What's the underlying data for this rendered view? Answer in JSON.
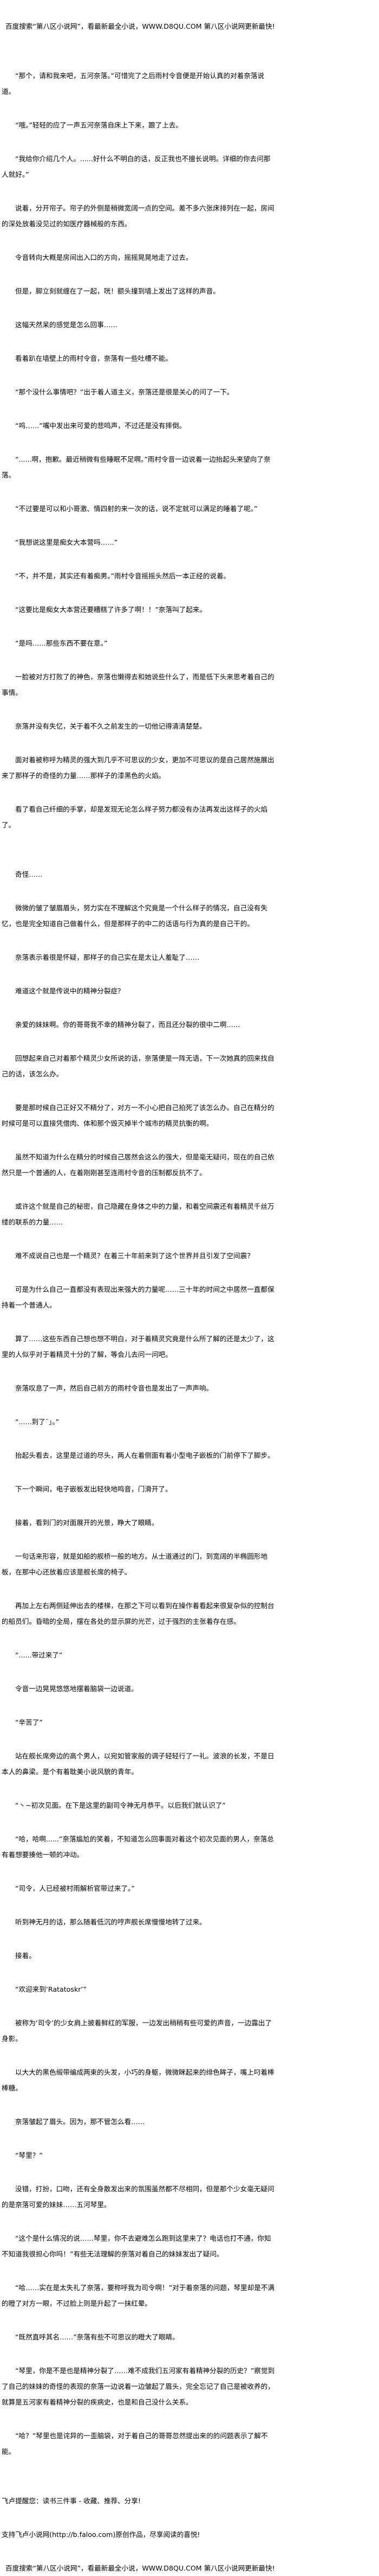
{
  "header": {
    "banner": "百度搜索“第八区小说网”，看最新最全小说，WWW.D8QU.COM  第八区小说网更新最快!"
  },
  "article": {
    "paragraphs": [
      "“那个，请和我来吧，五河奈落。”可惜完了之后雨村令音便是开始认真的对着奈落说道。",
      "“哦。”轻轻的应了一声五河奈落自床上下来，跟了上去。",
      "“我给你介绍几个人。......好什么不明白的话，反正我也不擅长说明。详细的你去问那人就好。”",
      "说着，分开帘子。帘子的外侧是稍微宽阔一点的空间。差不多六张床排列在一起，房间的深处放着没见过的如医疗器械般的东西。",
      "令音转向大概是房间出入口的方向，摇摇晃晃地走了过去。",
      "但是，脚立刻就缠在了一起，咣！额头撞到墙上发出了这样的声音。",
      "这幅天然呆的感觉是怎么回事……",
      "看着趴在墙壁上的雨村令音，奈落有一些吐槽不能。",
      "“那个没什么事情吧？”出于着人道主义，奈落还是很是关心的问了一下。",
      "“呜……”嘴中发出来可爱的悲鸣声，不过还是没有摔倒。",
      "“......啊，抱歉。最近稍微有些睡眠不足啊。”雨村令音一边说着一边抬起头来望向了奈落。",
      "“不过要是可以和小哥激、情四射的来一次的话，说不定就可以满足的睡着了呢。”",
      "“我想说这里是痴女大本营吗……”",
      "“不，并不是，其实还有着痴男。”雨村令音摇摇头然后一本正经的说着。",
      "“这要比是痴女大本营还要糟糕了许多了啊！！”奈落叫了起来。",
      "“是吗……那些东西不要在意。”",
      "一脸被对方打败了的神色，奈落也懒得去和她说些什么了，而是低下头来思考着自己的事情。",
      "奈落并没有失忆，关于着不久之前发生的一切他记得清清楚楚。",
      "面对着被称呼为精灵的强大到几乎不可思议的少女，更加不可思议的是自己居然施展出来了那样子的奇怪的力量……那样子的漆黑色的火焰。",
      "看了看自己纤细的手掌，却是发现无论怎么样子努力都没有办法再发出这样子的火焰了。",
      "奇怪……",
      "微微的皱了皱眉眉头，努力实在不理解这个究竟是一个什么样子的情况，自己没有失忆，也是完全知道自己做着什么，但是那样子的中二的话语与行为真的是自己干的。",
      "奈落表示着很是怀疑，那样子的自己实在是太让人羞耻了……",
      "难道这个就是传说中的精神分裂症？",
      "亲爱的妹妹啊。你的哥哥我不幸的精神分裂了，而且还分裂的很中二啊……",
      "回想起来自己对着那个精灵少女所说的话，奈落便是一阵无语，下一次她真的回来找自己的话，该怎么办。",
      "要是那时候自己正好又不精分了，对方一不小心把自己拍死了该怎么办。自己在精分的时候可是可以直接凭借肉、体和那个毁灭掉半个城市的精灵抗衡的啊。",
      "虽然不知道为什么在精分的时候自己居然会这么的强大，但是毫无疑问，现在的自己依然只是一个普通的人，在着刚刚甚至连雨村令音的压制都反抗不了。",
      "或许这个就是自己的秘密，自己隐藏在身体之中的力量，和着空间震还有着精灵千丝万缕的联系的力量……",
      "难不成说自己也是一个精灵？在着三十年前来到了这个世界并且引发了空间震？",
      "可是为什么自己一直都没有表现出来强大的力量呢……三十年的时间之中居然一直都保持着一个普通人。",
      "算了……这些东西自己想也想不明白，对于着精灵究竟是什么所了解的还是太少了，这里的人似乎对于着精灵十分的了解，等会儿去问一问吧。",
      "奈落叹息了一声，然后自己前方的雨村令音也是发出了一声声响。",
      "“......到了¨」。”",
      "抬起头看去，这里是过道的尽头，两人在着侧面有着小型电子嵌板的门前停下了脚步。",
      "下一个瞬间，电子嵌板发出轻快地鸣音，门滑开了。",
      "接着，看到门的对面展开的光景，睁大了眼睛。",
      "一句话来形容，就是如船的舰桥一般的地方。从士道通过的门，到宽阔的半椭圆形地板，在那中心还放着应该是舰长席的椅子。",
      "再加上左右两侧延伸出去的楼梯，在那之下可以看到在操作着看起来很复杂似的控制台的船员们。昏暗的全局，摆在各处的显示屏的光芒，过于强烈的主张着存在感。",
      "“......带过来了”",
      "令音一边晃晃悠悠地摆着脑袋一边说道。",
      "“辛苦了”",
      "站在舰长席旁边的高个男人，以宛如管家般的调子轻轻行了一礼。波浪的长发，不是日本人的鼻梁。是个有着耽美小说风貌的青年。",
      "“丶~初次见面。在下是这里的副司令神无月恭平。以后我们就认识了”",
      "“哈，哈啊......”奈落尴尬的笑着，不知道怎么回事面对着这个初次见面的男人，奈落总有着想要揍他一顿的冲动。",
      "“司令，人已经被村雨解析官带过来了。”",
      "听到神无月的话，那么随着低沉的哼声舰长席慢慢地转了过来。",
      "接着。",
      "“欢迎来到‘Ratatoskr’”",
      "被称为‘司令’的少女肩上披着鲜红的军服，一边发出稍稍有些可爱的声音，一边露出了身影。",
      "以大大的黑色缎带编成两束的头发，小巧的身躯，微微眯起来的绯色眸子，嘴上叼着棒棒糖。",
      "奈落皱起了眉头。因为，那不管怎么看……",
      "“琴里？”",
      "没错，打扮，口吻，还有全身散发出来的氛围虽然都不尽相同，但是那个少女毫无疑问的是奈落可爱的妹妹……五河琴里。",
      "“这个是什么情况的说……琴里，你不去避难怎么跑到这里来了？电话也打不通，你知不知道我很担心你吗！”有些无法理解的奈落对着自己的妹妹发出了疑问。",
      "“哈……实在是太失礼了奈落，要称呼我为司令啊！”对于着奈落的问题，琴里却是不满的瞪了对方一眼，不过脸上则是升起了一抹红晕。",
      "“既然直呼其名……”奈落有些不可思议的瞪大了眼睛。",
      "“琴里，你是不是也是精神分裂了……难不成我们五河家有着精神分裂的历史？”察觉到了自己的妹妹的奇怪的表现的奈落一边说着一边皱起了眉头，完全忘记了自己是被收养的，就算是五河家有着精神分裂的疾病史，也是和自己没什么关系。",
      "“哈？”琴里也是诧异的一歪脑袋，对于着自己的哥哥忽然提出来的的问题表示了解不能。"
    ]
  },
  "footer": {
    "reminder": "飞卢提醒您：读书三件事 - 收藏、推荐、分享!",
    "support": "支持飞卢小说网(http://b.faloo.com)原创作品，尽享阅读的喜悦!",
    "banner": "百度搜索“第八区小说网”，看最新最全小说，WWW.D8QU.COM  第八区小说网更新最快!"
  }
}
